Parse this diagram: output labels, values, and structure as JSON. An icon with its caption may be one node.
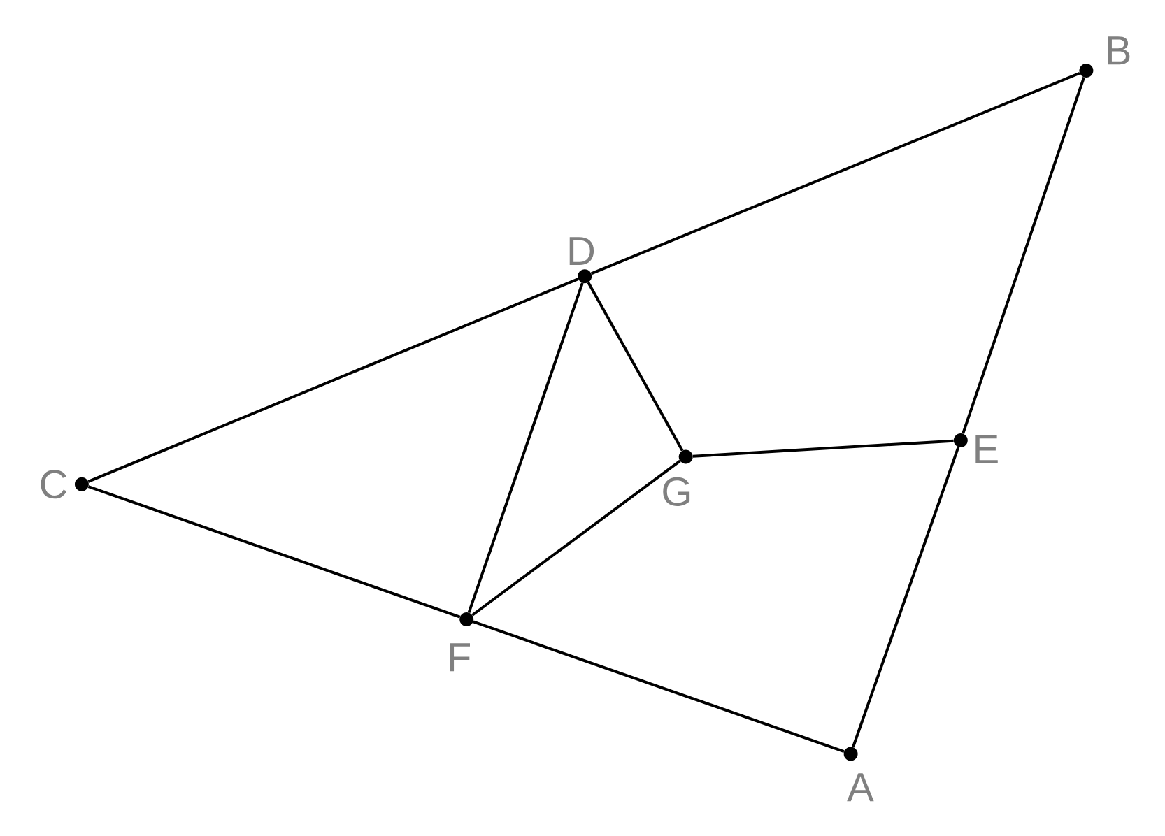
{
  "diagram": {
    "nodes": [
      {
        "text": [],
        "shape": "circle",
        "beside": [
          "A"
        ]
      },
      {
        "text": [],
        "shape": "circle",
        "beside": [
          "B"
        ]
      },
      {
        "text": [],
        "shape": "circle",
        "beside": [
          "C"
        ]
      },
      {
        "text": [],
        "shape": "circle",
        "beside": [
          "D"
        ]
      },
      {
        "text": [],
        "shape": "circle",
        "beside": [
          "E"
        ]
      },
      {
        "text": [],
        "shape": "circle",
        "beside": [
          "F"
        ]
      },
      {
        "text": [],
        "shape": "circle",
        "beside": [
          "G"
        ]
      }
    ],
    "edges": [
      {
        "from": 2,
        "to": 3,
        "arrow": "none"
      },
      {
        "from": 3,
        "to": 1,
        "arrow": "none"
      },
      {
        "from": 1,
        "to": 4,
        "arrow": "none"
      },
      {
        "from": 4,
        "to": 0,
        "arrow": "none"
      },
      {
        "from": 0,
        "to": 5,
        "arrow": "none"
      },
      {
        "from": 5,
        "to": 2,
        "arrow": "none"
      },
      {
        "from": 3,
        "to": 5,
        "arrow": "none"
      },
      {
        "from": 3,
        "to": 6,
        "arrow": "none"
      },
      {
        "from": 6,
        "to": 4,
        "arrow": "none"
      },
      {
        "from": 6,
        "to": 5,
        "arrow": "none"
      }
    ]
  }
}
